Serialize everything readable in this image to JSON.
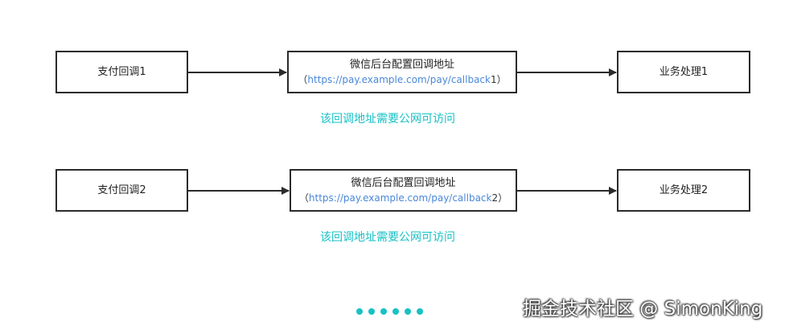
{
  "rows": [
    {
      "source_label": "支付回调1",
      "config_title": "微信后台配置回调地址",
      "paren_open": "（",
      "url": "https://pay.example.com/pay/callback",
      "url_index": "1",
      "paren_close": "）",
      "target_label": "业务处理1",
      "note": "该回调地址需要公网可访问"
    },
    {
      "source_label": "支付回调2",
      "config_title": "微信后台配置回调地址",
      "paren_open": "（",
      "url": "https://pay.example.com/pay/callback",
      "url_index": "2",
      "paren_close": "）",
      "target_label": "业务处理2",
      "note": "该回调地址需要公网可访问"
    }
  ],
  "watermark": "掘金技术社区 @ SimonKing",
  "colors": {
    "accent": "#17c1c6",
    "url": "#4a88d8",
    "border": "#2b2b2b"
  }
}
